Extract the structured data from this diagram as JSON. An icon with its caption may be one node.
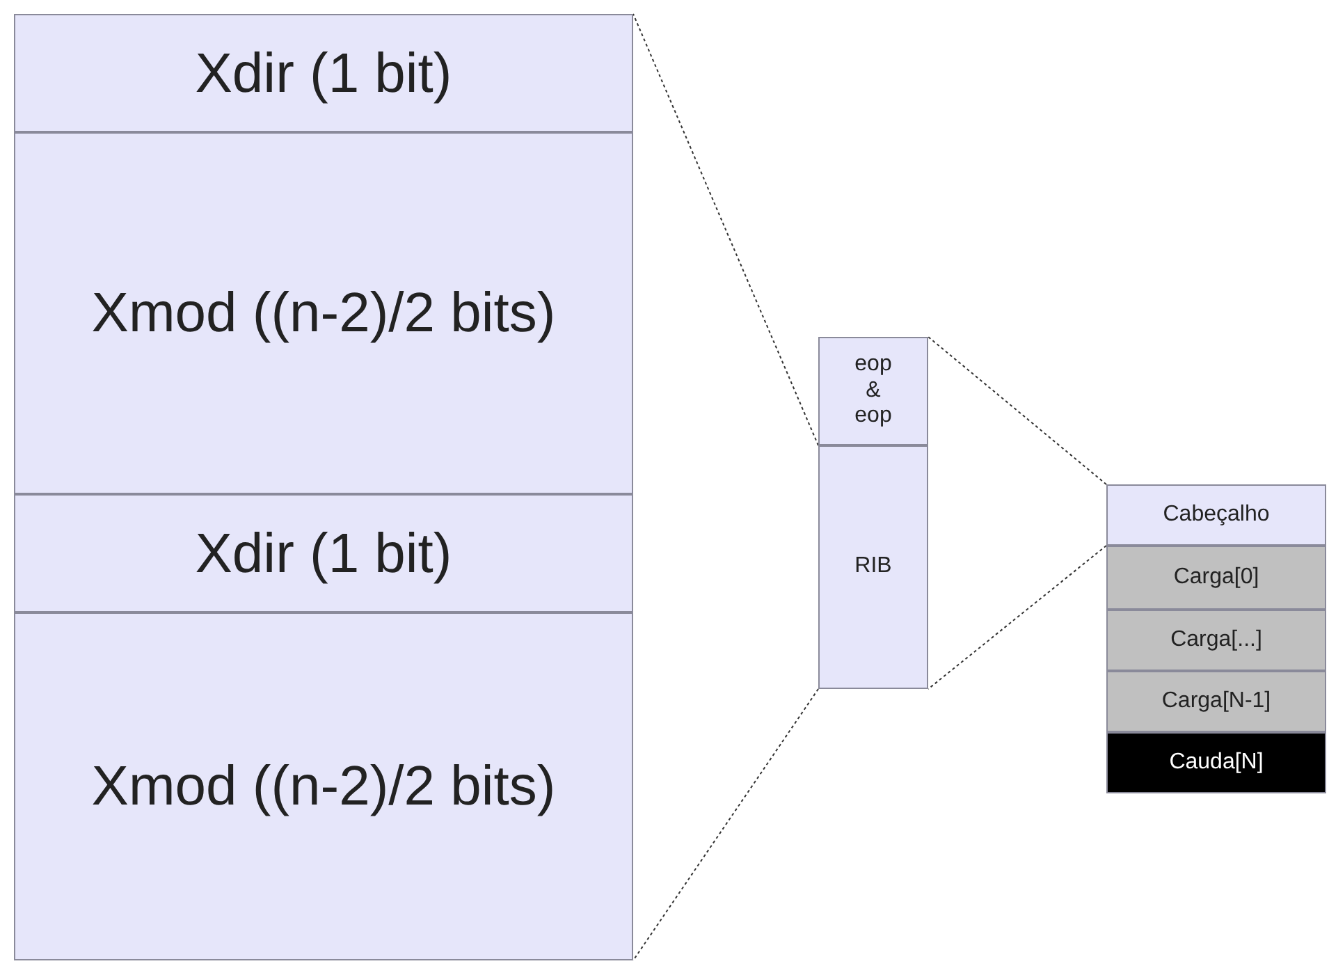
{
  "diagram": {
    "nodes": [
      {
        "text": [
          "Xdir (1 bit)"
        ]
      },
      {
        "text": [
          "Xmod ((n-2)/2 bits)"
        ]
      },
      {
        "text": [
          "Xdir (1 bit)"
        ]
      },
      {
        "text": [
          "Xmod ((n-2)/2 bits)"
        ]
      },
      {
        "text": [
          "eop & eop"
        ]
      },
      {
        "text": [
          "RIB"
        ]
      },
      {
        "text": [
          "Cabeçalho"
        ]
      },
      {
        "text": [
          "Carga[0]"
        ]
      },
      {
        "text": [
          "Carga[...]"
        ]
      },
      {
        "text": [
          "Carga[N-1]"
        ]
      },
      {
        "text": [
          "Cauda[N]"
        ]
      }
    ],
    "edges": [
      {
        "from": 5,
        "to": 0,
        "arrow": "none",
        "style": "dashed"
      },
      {
        "from": 5,
        "to": 3,
        "arrow": "none",
        "style": "dashed"
      },
      {
        "from": 6,
        "to": 4,
        "arrow": "none",
        "style": "dashed"
      },
      {
        "from": 6,
        "to": 5,
        "arrow": "none",
        "style": "dashed"
      }
    ]
  }
}
